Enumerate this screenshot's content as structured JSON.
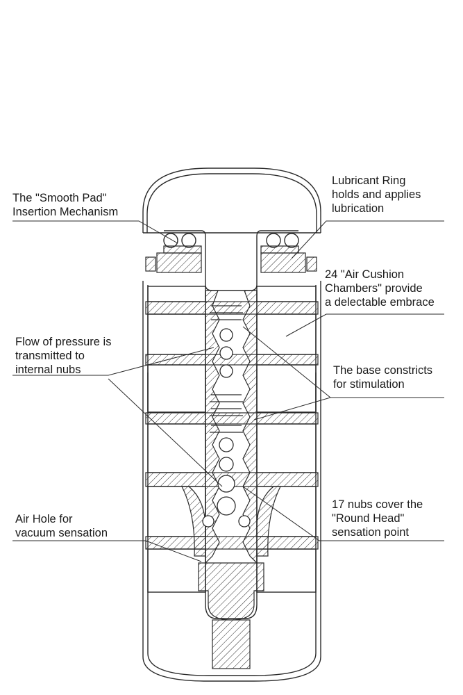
{
  "labels": {
    "smooth_pad": [
      "The \"Smooth Pad\"",
      "Insertion Mechanism"
    ],
    "lubricant_ring": [
      "Lubricant Ring",
      "holds and applies",
      "lubrication"
    ],
    "air_cushion": [
      "24 \"Air Cushion",
      "Chambers\" provide",
      "a delectable embrace"
    ],
    "flow_pressure": [
      "Flow of pressure is",
      "transmitted to",
      "internal nubs"
    ],
    "base_constricts": [
      "The base constricts",
      "for stimulation"
    ],
    "nubs": [
      "17 nubs cover the",
      "\"Round Head\"",
      "sensation point"
    ],
    "air_hole": [
      "Air Hole for",
      "vacuum sensation"
    ]
  },
  "colors": {
    "line": "#2a2a2a",
    "text": "#1a1a1a",
    "background": "#ffffff"
  }
}
